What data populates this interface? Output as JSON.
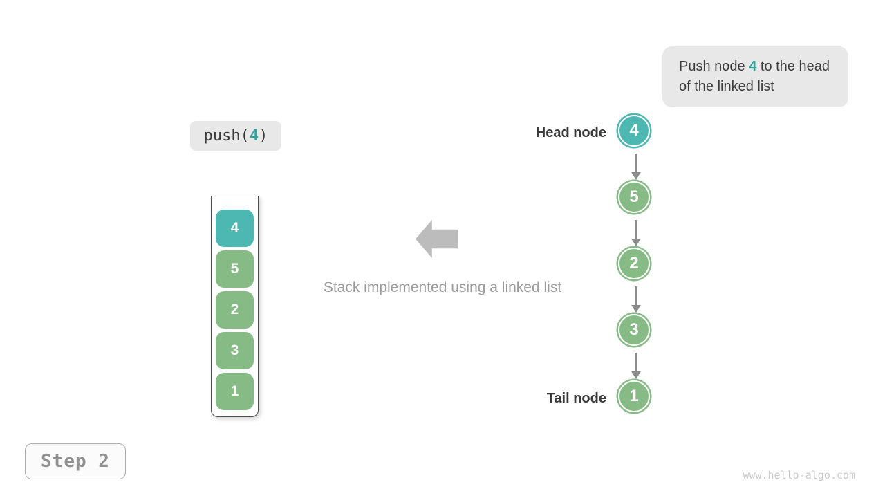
{
  "colors": {
    "teal_fill": "#4CB8B1",
    "green_fill": "#86BB85",
    "teal_text": "#33a39a",
    "dark_text": "#3d3d3d",
    "gray_caption": "#9b9b9b",
    "arrow_gray": "#8c8c8c",
    "block_arrow_gray": "#bcbcbc",
    "bubble_bg": "#e8e8e8"
  },
  "callout": {
    "text_before": "Push node ",
    "highlight": "4",
    "text_after": " to the head of the linked list"
  },
  "code_box": {
    "prefix": "push(",
    "arg": "4",
    "suffix": ")"
  },
  "stack": {
    "items": [
      {
        "value": "4",
        "highlight": true
      },
      {
        "value": "5",
        "highlight": false
      },
      {
        "value": "2",
        "highlight": false
      },
      {
        "value": "3",
        "highlight": false
      },
      {
        "value": "1",
        "highlight": false
      }
    ]
  },
  "caption": {
    "text": "Stack implemented using a linked list"
  },
  "linked_list": {
    "head_label": "Head node",
    "tail_label": "Tail node",
    "nodes": [
      {
        "value": "4",
        "highlight": true
      },
      {
        "value": "5",
        "highlight": false
      },
      {
        "value": "2",
        "highlight": false
      },
      {
        "value": "3",
        "highlight": false
      },
      {
        "value": "1",
        "highlight": false
      }
    ]
  },
  "step_box": {
    "label": "Step 2"
  },
  "watermark": {
    "text": "www.hello-algo.com"
  }
}
